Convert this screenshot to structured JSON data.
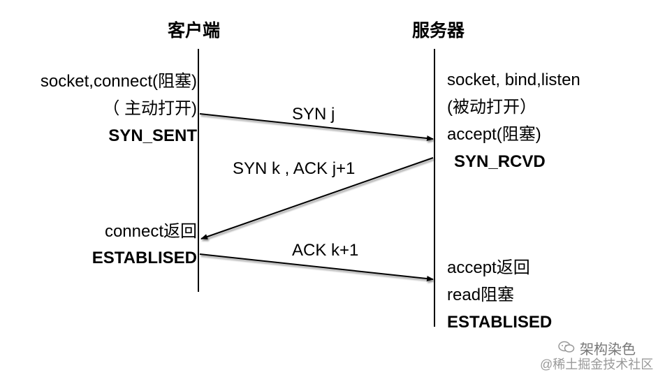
{
  "client": {
    "title": "客户端",
    "lines": [
      "socket,connect(阻塞)",
      "（ 主动打开)",
      "SYN_SENT"
    ],
    "after": [
      "connect返回",
      "ESTABLISED"
    ]
  },
  "server": {
    "title": "服务器",
    "lines": [
      "socket, bind,listen",
      "(被动打开）",
      "accept(阻塞)",
      "SYN_RCVD"
    ],
    "after": [
      "accept返回",
      "read阻塞",
      "ESTABLISED"
    ]
  },
  "messages": [
    "SYN j",
    "SYN k , ACK j+1",
    "ACK k+1"
  ],
  "watermark": {
    "name": "架构染色",
    "source": "@稀土掘金技术社区",
    "icon": "wechat-icon"
  }
}
